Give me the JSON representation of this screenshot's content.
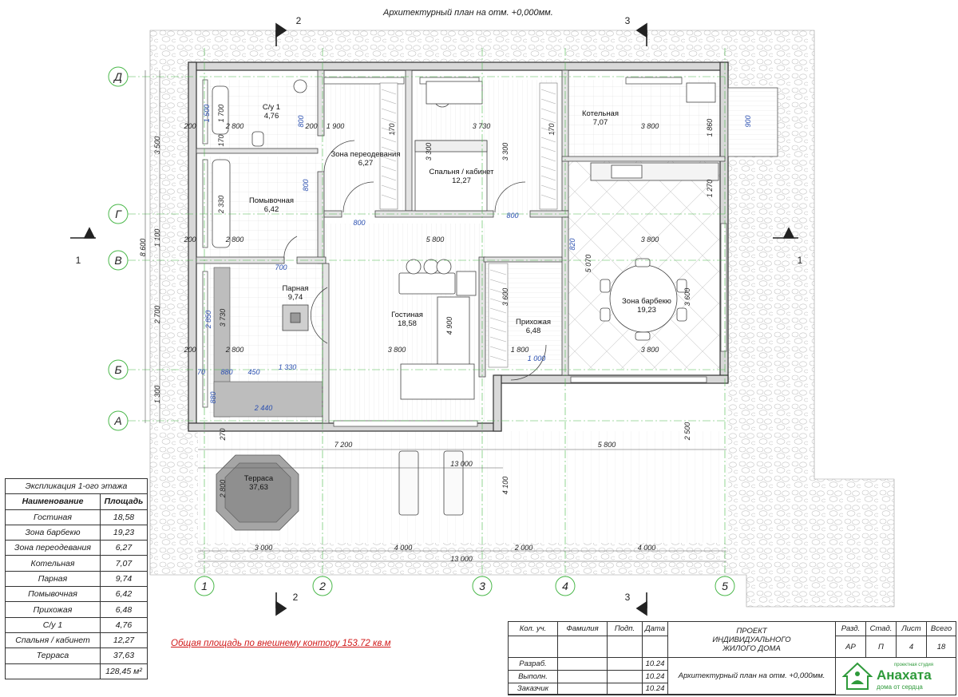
{
  "plan_title": "Архитектурный план на отм. +0,000мм.",
  "axes_letters": [
    {
      "id": "Д",
      "label": "Д"
    },
    {
      "id": "Г",
      "label": "Г"
    },
    {
      "id": "В",
      "label": "В"
    },
    {
      "id": "Б",
      "label": "Б"
    },
    {
      "id": "А",
      "label": "А"
    }
  ],
  "axes_numbers": [
    "1",
    "2",
    "3",
    "4",
    "5"
  ],
  "section_marks": {
    "s1": "1",
    "s2": "2",
    "s3": "3"
  },
  "rooms": [
    {
      "id": "wc",
      "name": "С/у 1",
      "area": "4,76"
    },
    {
      "id": "dress",
      "name": "Зона переодевания",
      "area": "6,27"
    },
    {
      "id": "bed",
      "name": "Спальня / кабинет",
      "area": "12,27"
    },
    {
      "id": "boiler",
      "name": "Котельная",
      "area": "7,07"
    },
    {
      "id": "wash",
      "name": "Помывочная",
      "area": "6,42"
    },
    {
      "id": "steam",
      "name": "Парная",
      "area": "9,74"
    },
    {
      "id": "living",
      "name": "Гостиная",
      "area": "18,58"
    },
    {
      "id": "hall",
      "name": "Прихожая",
      "area": "6,48"
    },
    {
      "id": "bbq",
      "name": "Зона барбекю",
      "area": "19,23"
    },
    {
      "id": "terrace",
      "name": "Терраса",
      "area": "37,63"
    }
  ],
  "dims": {
    "d1500": "1 500",
    "d1700": "1 700",
    "d170a": "170",
    "d800a": "800",
    "d2800a": "2 800",
    "d200": "200",
    "d1900": "1 900",
    "d170b": "170",
    "d3730a": "3 730",
    "d170c": "170",
    "d3300a": "3 300",
    "d3300b": "3 300",
    "d3800a": "3 800",
    "d1860": "1 860",
    "d900": "900",
    "d3500": "3 500",
    "d8600": "8 600",
    "d1100": "1 100",
    "d2700": "2 700",
    "d1300": "1 300",
    "d2330": "2 330",
    "d800b": "800",
    "d1270": "1 270",
    "d800c": "800",
    "d800d": "800",
    "d2800b": "2 800",
    "d5800a": "5 800",
    "d3800b": "3 800",
    "d820": "820",
    "d700": "700",
    "d5070": "5 070",
    "d3600a": "3 600",
    "d3600b": "3 600",
    "d2850": "2 850",
    "d3730b": "3 730",
    "d4900": "4 900",
    "d2800c": "2 800",
    "d3800c": "3 800",
    "d1800": "1 800",
    "d1000": "1 000",
    "d3800d": "3 800",
    "d70": "70",
    "d880a": "880",
    "d450": "450",
    "d1330": "1 330",
    "d880b": "880",
    "d2440": "2 440",
    "d270": "270",
    "d7200": "7 200",
    "d5800b": "5 800",
    "d13000a": "13 000",
    "d2800d": "2 800",
    "d4100": "4 100",
    "d2500": "2 500",
    "d3000": "3 000",
    "d4000a": "4 000",
    "d2000": "2 000",
    "d4000b": "4 000",
    "d13000b": "13 000"
  },
  "explication": {
    "caption": "Экспликация 1-ого этажа",
    "col_name": "Наименование",
    "col_area": "Площадь",
    "rows": [
      {
        "name": "Гостиная",
        "area": "18,58"
      },
      {
        "name": "Зона барбекю",
        "area": "19,23"
      },
      {
        "name": "Зона переодевания",
        "area": "6,27"
      },
      {
        "name": "Котельная",
        "area": "7,07"
      },
      {
        "name": "Парная",
        "area": "9,74"
      },
      {
        "name": "Помывочная",
        "area": "6,42"
      },
      {
        "name": "Прихожая",
        "area": "6,48"
      },
      {
        "name": "С/у 1",
        "area": "4,76"
      },
      {
        "name": "Спальня / кабинет",
        "area": "12,27"
      },
      {
        "name": "Терраса",
        "area": "37,63"
      }
    ],
    "total": "128,45 м²"
  },
  "total_note": "Общая площадь по внешнему контору 153.72 кв.м",
  "stamp": {
    "kol_uch": "Кол. уч.",
    "familiya": "Фамилия",
    "podp": "Подп.",
    "data": "Дата",
    "project": "ПРОЕКТ ИНДИВИДУАЛЬНОГО ЖИЛОГО ДОМА",
    "razd_h": "Разд.",
    "stad_h": "Стад.",
    "list_h": "Лист",
    "vsego_h": "Всего",
    "razd": "АР",
    "stad": "П",
    "list": "4",
    "vsego": "18",
    "razrab": "Разраб.",
    "vypoln": "Выполн.",
    "zakazchik": "Заказчик",
    "date1": "10.24",
    "date2": "10.24",
    "date3": "10.24",
    "sheet_name": "Архитектурный план на отм. +0,000мм.",
    "logo": "Анахата",
    "logo_sub": "дома от сердца",
    "logo_small": "проектная студия"
  }
}
